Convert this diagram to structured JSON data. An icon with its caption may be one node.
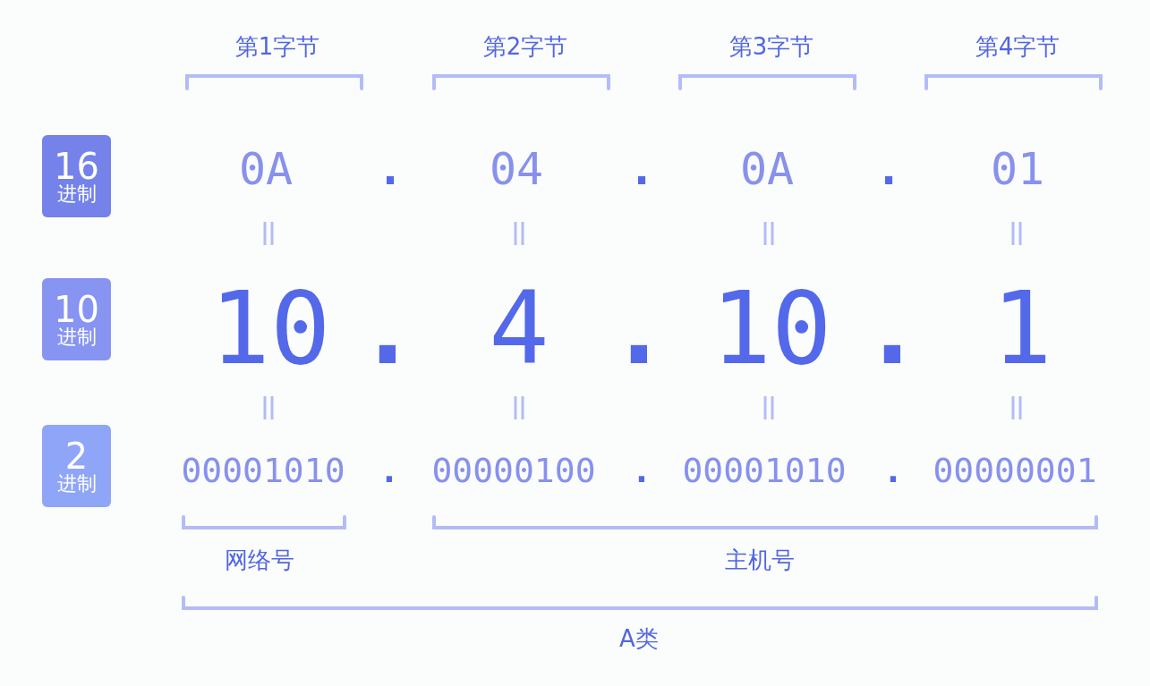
{
  "diagram": {
    "nodes": [
      {
        "text": [
          "16",
          "进制"
        ]
      },
      {
        "text": [
          "10",
          "进制"
        ]
      },
      {
        "text": [
          "2",
          "进制"
        ]
      }
    ],
    "labels": [
      "第1字节",
      "第2字节",
      "第3字节",
      "第4字节",
      "0A",
      ".",
      "04",
      ".",
      "0A",
      ".",
      "01",
      "10",
      ".",
      "4",
      ".",
      "10",
      ".",
      "1",
      "00001010",
      ".",
      "00000100",
      ".",
      "00001010",
      ".",
      "00000001",
      "网络号",
      "主机号",
      "A类"
    ]
  }
}
